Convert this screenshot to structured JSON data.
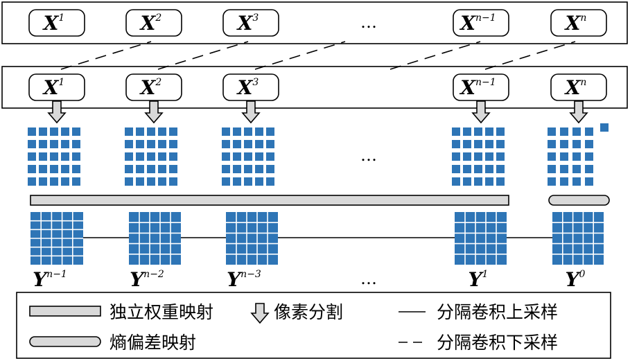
{
  "top_row": [
    {
      "base": "X",
      "sup": "1"
    },
    {
      "base": "X",
      "sup": "2"
    },
    {
      "base": "X",
      "sup": "3"
    },
    {
      "base": "X",
      "sup": "n−1"
    },
    {
      "base": "X",
      "sup": "n"
    }
  ],
  "mid_row": [
    {
      "base": "X",
      "sup": "1"
    },
    {
      "base": "X",
      "sup": "2"
    },
    {
      "base": "X",
      "sup": "3"
    },
    {
      "base": "X",
      "sup": "n−1"
    },
    {
      "base": "X",
      "sup": "n"
    }
  ],
  "y_labels": [
    {
      "base": "Y",
      "sup": "n−1"
    },
    {
      "base": "Y",
      "sup": "n−2"
    },
    {
      "base": "Y",
      "sup": "n−3"
    },
    {
      "base": "Y",
      "sup": "1"
    },
    {
      "base": "Y",
      "sup": "0"
    }
  ],
  "ellipsis": "…",
  "legend": {
    "independent_weight_mapping": "独立权重映射",
    "pixel_split": "像素分割",
    "separable_conv_upsample": "分隔卷积上采样",
    "entropy_bias_mapping": "熵偏差映射",
    "separable_conv_downsample": "分隔卷积下采样"
  },
  "colors": {
    "block_blue": "#2e75b6",
    "bar_fill": "#d9d9d9",
    "arrow_fill": "#d9d9d9",
    "stroke": "#000000"
  }
}
